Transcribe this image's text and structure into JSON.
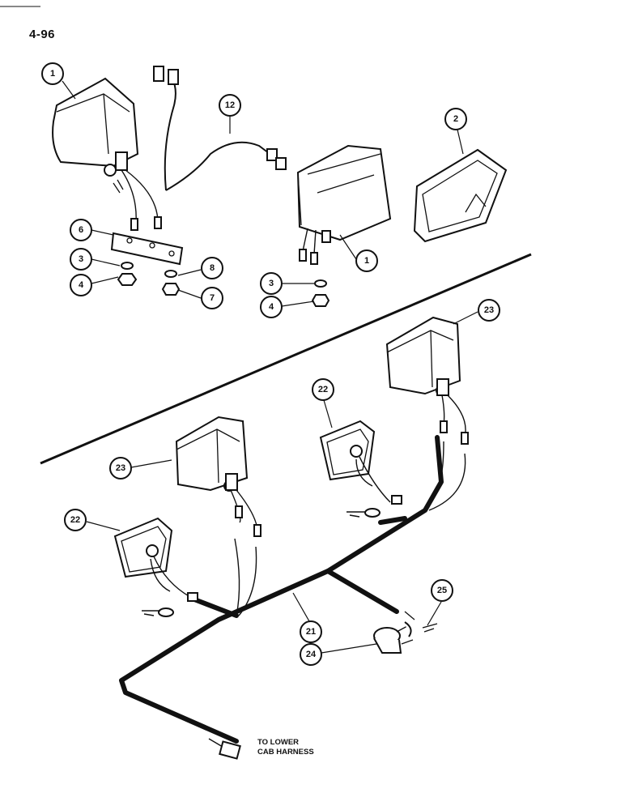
{
  "page": {
    "number": "4-96"
  },
  "note": {
    "line1": "TO LOWER",
    "line2": "CAB HARNESS"
  },
  "callouts": [
    {
      "id": "c1a",
      "label": "1"
    },
    {
      "id": "c12",
      "label": "12"
    },
    {
      "id": "c2",
      "label": "2"
    },
    {
      "id": "c6",
      "label": "6"
    },
    {
      "id": "c3a",
      "label": "3"
    },
    {
      "id": "c4a",
      "label": "4"
    },
    {
      "id": "c8",
      "label": "8"
    },
    {
      "id": "c7",
      "label": "7"
    },
    {
      "id": "c1b",
      "label": "1"
    },
    {
      "id": "c3b",
      "label": "3"
    },
    {
      "id": "c4b",
      "label": "4"
    },
    {
      "id": "c23a",
      "label": "23"
    },
    {
      "id": "c22a",
      "label": "22"
    },
    {
      "id": "c23b",
      "label": "23"
    },
    {
      "id": "c22b",
      "label": "22"
    },
    {
      "id": "c21",
      "label": "21"
    },
    {
      "id": "c25",
      "label": "25"
    },
    {
      "id": "c24",
      "label": "24"
    }
  ]
}
